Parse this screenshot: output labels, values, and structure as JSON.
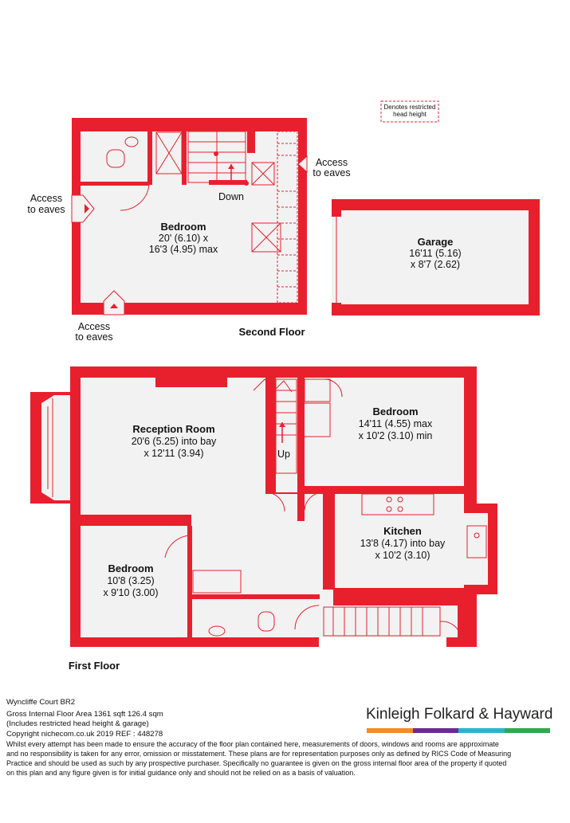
{
  "legend": {
    "restricted_line1": "Denotes restricted",
    "restricted_line2": "head height"
  },
  "second_floor": {
    "title": "Second Floor",
    "bedroom": {
      "name": "Bedroom",
      "dim1": "20' (6.10) x",
      "dim2": "16'3 (4.95) max"
    },
    "down_label": "Down",
    "access_left": {
      "line1": "Access",
      "line2": "to eaves"
    },
    "access_right": {
      "line1": "Access",
      "line2": "to eaves"
    },
    "access_bottom": {
      "line1": "Access",
      "line2": "to eaves"
    }
  },
  "garage": {
    "name": "Garage",
    "dim1": "16'11 (5.16)",
    "dim2": "x 8'7 (2.62)"
  },
  "first_floor": {
    "title": "First Floor",
    "up_label": "Up",
    "reception": {
      "name": "Reception Room",
      "dim1": "20'6 (5.25) into bay",
      "dim2": "x 12'11 (3.94)"
    },
    "bedroom_right": {
      "name": "Bedroom",
      "dim1": "14'11 (4.55) max",
      "dim2": "x 10'2 (3.10) min"
    },
    "kitchen": {
      "name": "Kitchen",
      "dim1": "13'8 (4.17) into bay",
      "dim2": "x 10'2 (3.10)"
    },
    "bedroom_left": {
      "name": "Bedroom",
      "dim1": "10'8 (3.25)",
      "dim2": "x 9'10 (3.00)"
    }
  },
  "footer": {
    "address": "Wyncliffe Court  BR2",
    "area": "Gross Internal Floor Area 1361 sqft 126.4 sqm",
    "includes": "(Includes restricted head height & garage)",
    "copyright": "Copyright nichecom.co.uk 2019 REF : 448278",
    "disclaimer1": "Whilst every attempt has been made to ensure the accuracy of the floor plan contained here, measurements of doors, windows and rooms are approximate",
    "disclaimer2": "and no responsibility is taken for any error, omission or misstatement.  These plans are for representation purposes only as defined by RICS Code of Measuring",
    "disclaimer3": "Practice and should be used as such by any prospective purchaser.  Specifically no guarantee is given on the gross internal floor area of the property if quoted",
    "disclaimer4": "on this plan and any figure given is for initial guidance only and should not be relied on as a basis of valuation."
  },
  "brand": {
    "name": "Kinleigh Folkard & Hayward",
    "colors": [
      "#f28c28",
      "#6b2c91",
      "#29b5c9",
      "#2fa84f"
    ]
  },
  "colors": {
    "wall": "#e8202e",
    "floor": "#f2f2f2"
  }
}
